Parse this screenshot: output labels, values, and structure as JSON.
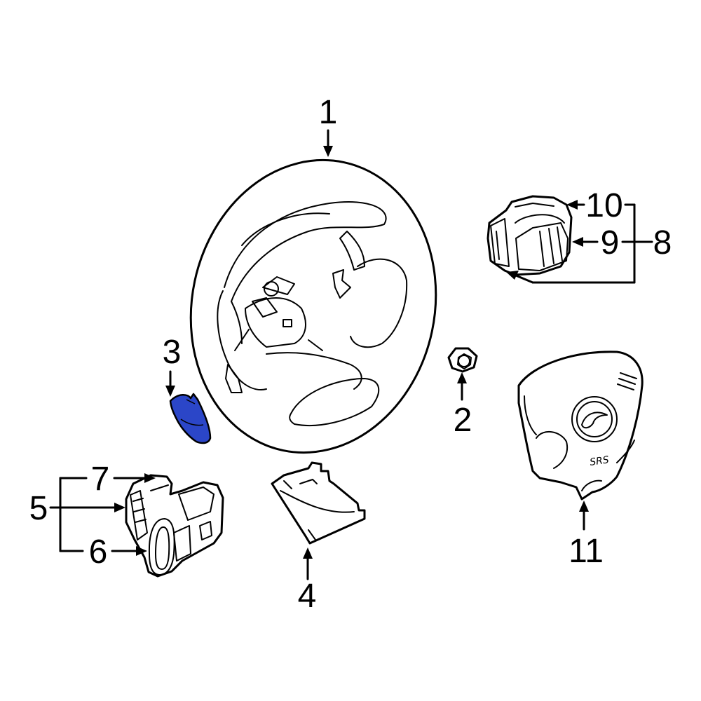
{
  "callouts": {
    "c1": "1",
    "c2": "2",
    "c3": "3",
    "c4": "4",
    "c5": "5",
    "c6": "6",
    "c7": "7",
    "c8": "8",
    "c9": "9",
    "c10": "10",
    "c11": "11"
  },
  "airbag_marking": "SRS",
  "colors": {
    "highlight": "#2b46c8",
    "line": "#000000",
    "background": "#ffffff"
  }
}
